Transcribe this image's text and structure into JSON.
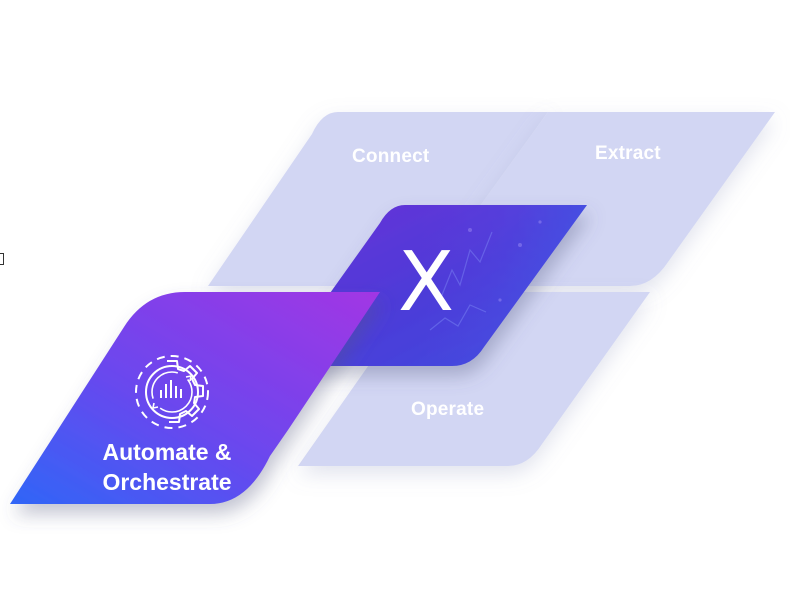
{
  "tiles": {
    "connect": "Connect",
    "extract": "Extract",
    "operate": "Operate"
  },
  "center": {
    "logo": "X"
  },
  "main": {
    "line1": "Automate &",
    "line2": "Orchestrate",
    "icon": "gear-icon"
  },
  "colors": {
    "tile": "#d2d6f3",
    "gradient_start": "#2f66f7",
    "gradient_mid": "#9b3ae6",
    "center_start": "#5a2fd3",
    "center_end": "#3d4ee0",
    "text": "#ffffff"
  }
}
